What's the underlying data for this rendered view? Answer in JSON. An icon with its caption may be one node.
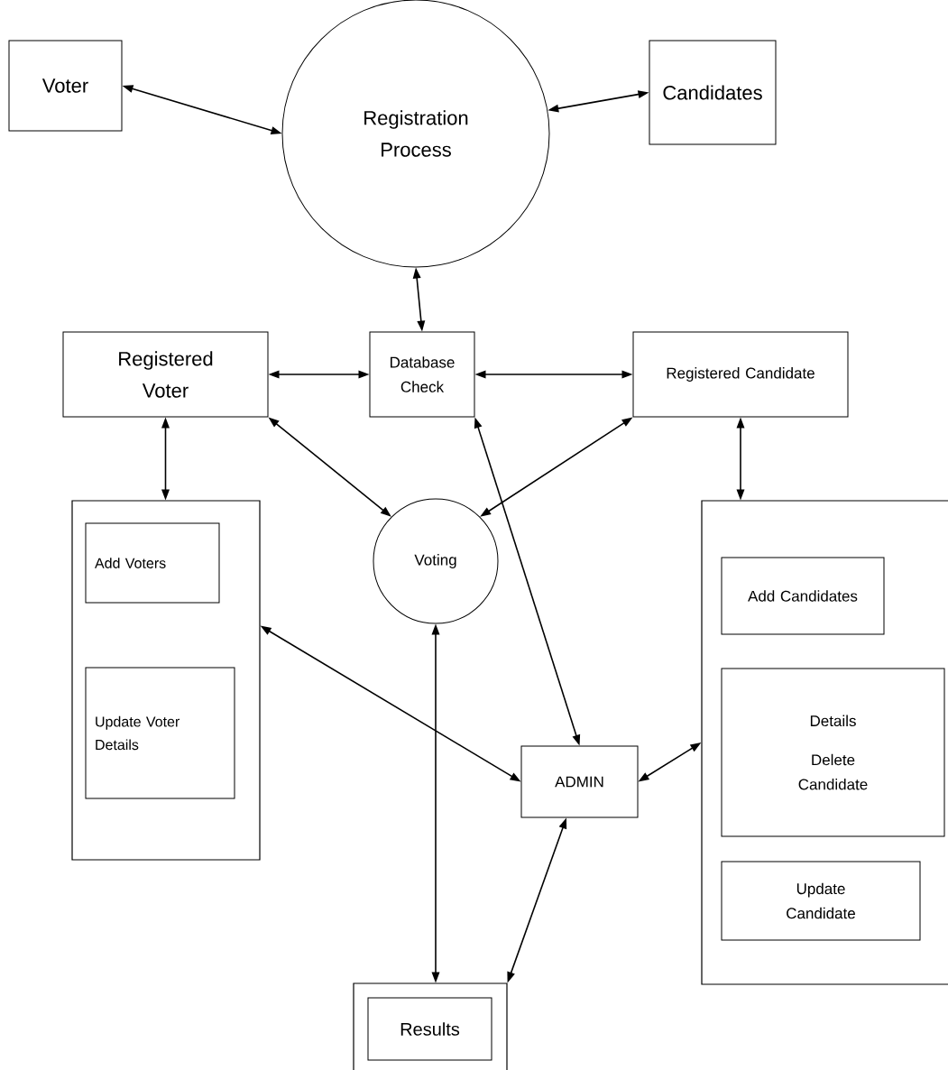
{
  "diagram": {
    "nodes": [
      {
        "text": [
          "Voter"
        ]
      },
      {
        "text": [
          "Registration Process"
        ]
      },
      {
        "text": [
          "Candidates"
        ]
      },
      {
        "text": [
          "Registered Voter"
        ]
      },
      {
        "text": [
          "Database Check"
        ]
      },
      {
        "text": [
          "Registered Candidate"
        ]
      },
      {
        "text": [],
        "shape": "box"
      },
      {
        "text": [
          "Add Voters"
        ],
        "in": 6
      },
      {
        "text": [
          "Update Voter Details"
        ],
        "in": 6
      },
      {
        "text": [
          "Voting"
        ]
      },
      {
        "text": [],
        "shape": "box"
      },
      {
        "text": [
          "Add Candidates"
        ],
        "in": 10
      },
      {
        "text": [
          "Details",
          "Delete Candidate"
        ],
        "in": 10
      },
      {
        "text": [
          "Update Candidate"
        ],
        "in": 10
      },
      {
        "text": [
          "ADMIN"
        ]
      },
      {
        "text": [],
        "shape": "box"
      },
      {
        "text": [
          "Results"
        ],
        "in": 15
      }
    ],
    "edges": [
      {
        "from": 0,
        "to": 1,
        "arrow": "both"
      },
      {
        "from": 1,
        "to": 2,
        "arrow": "both"
      },
      {
        "from": 1,
        "to": 4,
        "arrow": "both"
      },
      {
        "from": 3,
        "to": 4,
        "arrow": "both"
      },
      {
        "from": 4,
        "to": 5,
        "arrow": "both"
      },
      {
        "from": 3,
        "to": 6,
        "arrow": "both"
      },
      {
        "from": 5,
        "to": 10,
        "arrow": "both"
      },
      {
        "from": 3,
        "to": 9,
        "arrow": "both"
      },
      {
        "from": 5,
        "to": 9,
        "arrow": "both"
      },
      {
        "from": 4,
        "to": 14,
        "arrow": "both"
      },
      {
        "from": 6,
        "to": 14,
        "arrow": "both"
      },
      {
        "from": 9,
        "to": 15,
        "arrow": "both"
      },
      {
        "from": 14,
        "to": 15,
        "arrow": "both"
      },
      {
        "from": 14,
        "to": 10,
        "arrow": "both"
      }
    ]
  }
}
